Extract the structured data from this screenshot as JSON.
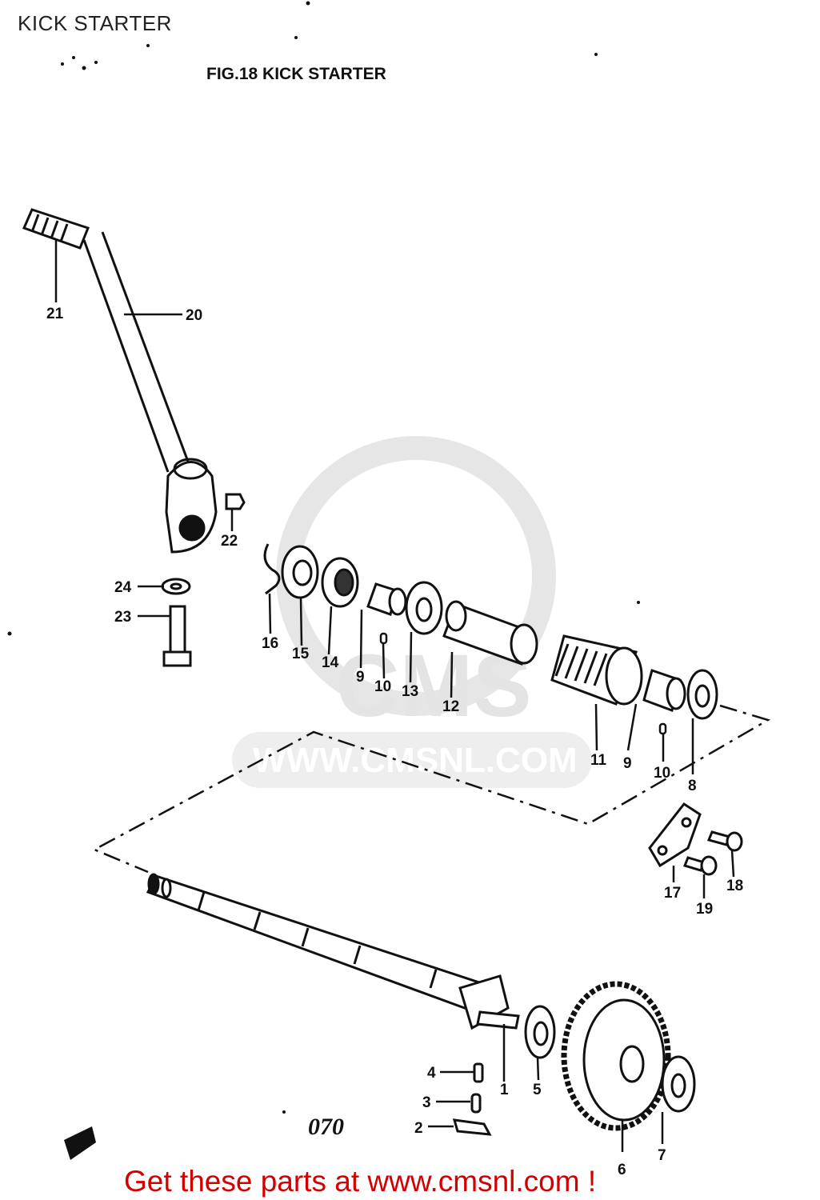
{
  "page": {
    "title": "KICK STARTER",
    "call_to_action": "Get these parts at www.cmsnl.com !"
  },
  "figure": {
    "title": "FIG.18  KICK STARTER",
    "page_number": "070",
    "watermark": {
      "brand": "CMS",
      "url": "WWW.CMSNL.COM"
    }
  },
  "parts": {
    "p1": "1",
    "p2": "2",
    "p3": "3",
    "p4": "4",
    "p5": "5",
    "p6": "6",
    "p7": "7",
    "p8": "8",
    "p9a": "9",
    "p9b": "9",
    "p10a": "10",
    "p10b": "10",
    "p11": "11",
    "p12": "12",
    "p13": "13",
    "p14": "14",
    "p15": "15",
    "p16": "16",
    "p17": "17",
    "p18": "18",
    "p19": "19",
    "p20": "20",
    "p21": "21",
    "p22": "22",
    "p23": "23",
    "p24": "24"
  },
  "colors": {
    "line": "#111111",
    "cta": "#d40000",
    "watermark": "#e4e4e4"
  }
}
